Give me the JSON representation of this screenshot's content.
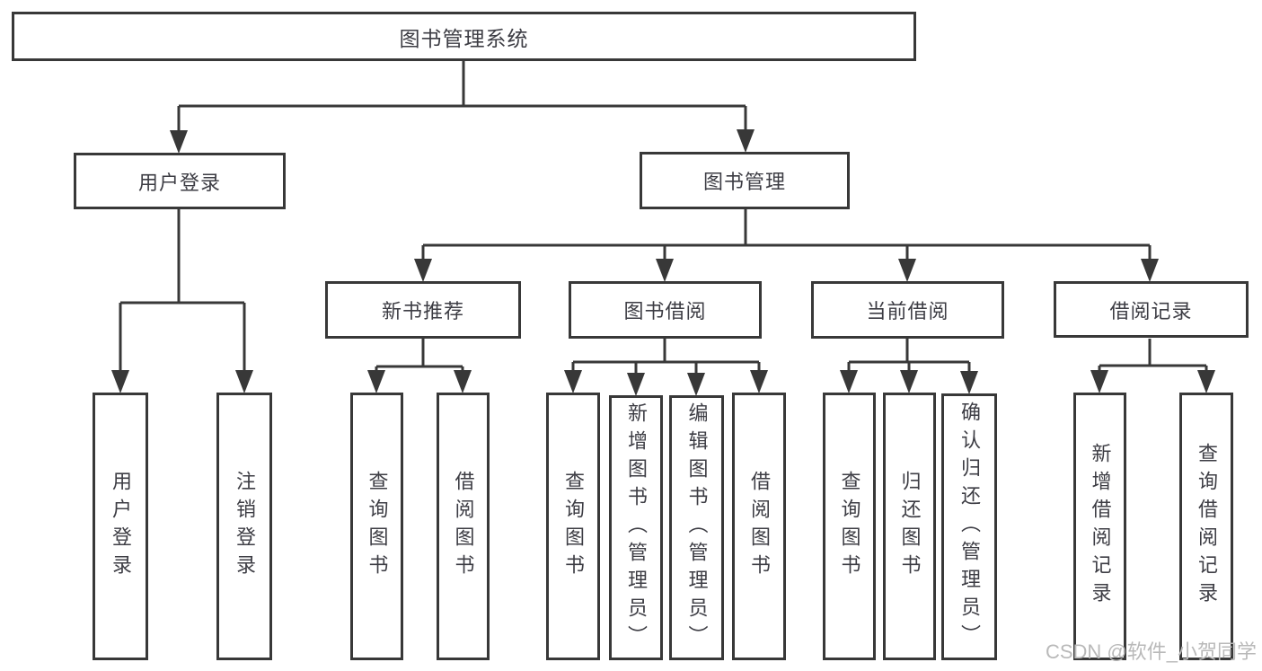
{
  "diagram_title": "图书管理系统",
  "tree": {
    "label": "图书管理系统",
    "children": [
      {
        "label": "用户登录",
        "children": [
          {
            "label": "用户登录"
          },
          {
            "label": "注销登录"
          }
        ]
      },
      {
        "label": "图书管理",
        "children": [
          {
            "label": "新书推荐",
            "children": [
              {
                "label": "查询图书"
              },
              {
                "label": "借阅图书"
              }
            ]
          },
          {
            "label": "图书借阅",
            "children": [
              {
                "label": "查询图书"
              },
              {
                "label": "新增图书（管理员）"
              },
              {
                "label": "编辑图书（管理员）"
              },
              {
                "label": "借阅图书"
              }
            ]
          },
          {
            "label": "当前借阅",
            "children": [
              {
                "label": "查询图书"
              },
              {
                "label": "归还图书"
              },
              {
                "label": "确认归还（管理员）"
              }
            ]
          },
          {
            "label": "借阅记录",
            "children": [
              {
                "label": "新增借阅记录"
              },
              {
                "label": "查询借阅记录"
              }
            ]
          }
        ]
      }
    ]
  },
  "watermark": {
    "text": "CSDN @软件_小贺同学"
  },
  "colors": {
    "line": "#383838",
    "text": "#3d3d44",
    "watermark": "#b9b9b9",
    "background": "#ffffff"
  }
}
